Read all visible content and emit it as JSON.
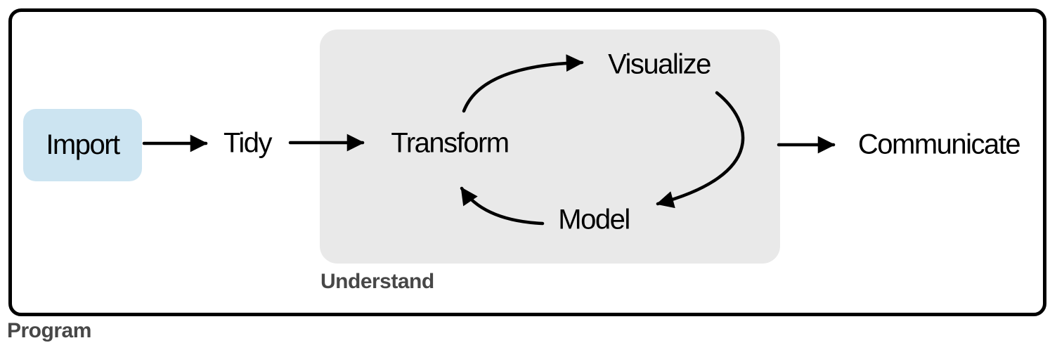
{
  "diagram": {
    "title": "data-science-workflow",
    "nodes": {
      "import": "Import",
      "tidy": "Tidy",
      "transform": "Transform",
      "visualize": "Visualize",
      "model": "Model",
      "communicate": "Communicate"
    },
    "groups": {
      "understand": "Understand",
      "program": "Program"
    },
    "arrows": [
      {
        "from": "import",
        "to": "tidy"
      },
      {
        "from": "tidy",
        "to": "transform"
      },
      {
        "from": "transform",
        "to": "visualize"
      },
      {
        "from": "visualize",
        "to": "model"
      },
      {
        "from": "model",
        "to": "transform"
      },
      {
        "from": "understand",
        "to": "communicate"
      }
    ],
    "colors": {
      "import_fill": "#cce4f1",
      "understand_fill": "#e9e9e9",
      "frame_border": "#000000",
      "arrow": "#000000",
      "node_text": "#000000",
      "group_label_text": "#474747",
      "background": "#ffffff"
    }
  }
}
